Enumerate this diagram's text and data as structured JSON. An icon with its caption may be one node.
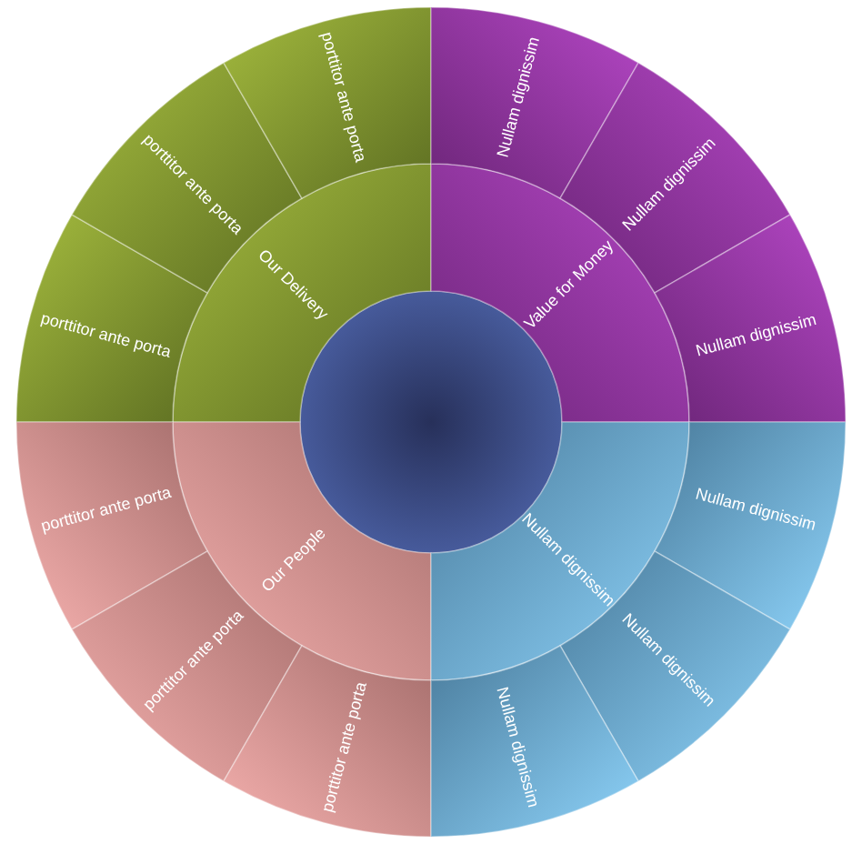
{
  "diagram": {
    "nodes": [
      {
        "text": [],
        "shape": "circle"
      },
      {
        "text": [
          "Our Delivery"
        ]
      },
      {
        "text": [
          "porttitor ante porta"
        ]
      },
      {
        "text": [
          "porttitor ante porta"
        ]
      },
      {
        "text": [
          "porttitor ante porta"
        ]
      },
      {
        "text": [
          "Value for Money"
        ]
      },
      {
        "text": [
          "Nullam dignissim"
        ]
      },
      {
        "text": [
          "Nullam dignissim"
        ]
      },
      {
        "text": [
          "Nullam dignissim"
        ]
      },
      {
        "text": [
          "Our People"
        ]
      },
      {
        "text": [
          "porttitor ante porta"
        ]
      },
      {
        "text": [
          "porttitor ante porta"
        ]
      },
      {
        "text": [
          "porttitor ante porta"
        ]
      },
      {
        "text": [
          "Nullam dignissim"
        ]
      },
      {
        "text": [
          "Nullam dignissim"
        ]
      },
      {
        "text": [
          "Nullam dignissim"
        ]
      },
      {
        "text": [
          "Nullam dignissim"
        ]
      }
    ]
  }
}
